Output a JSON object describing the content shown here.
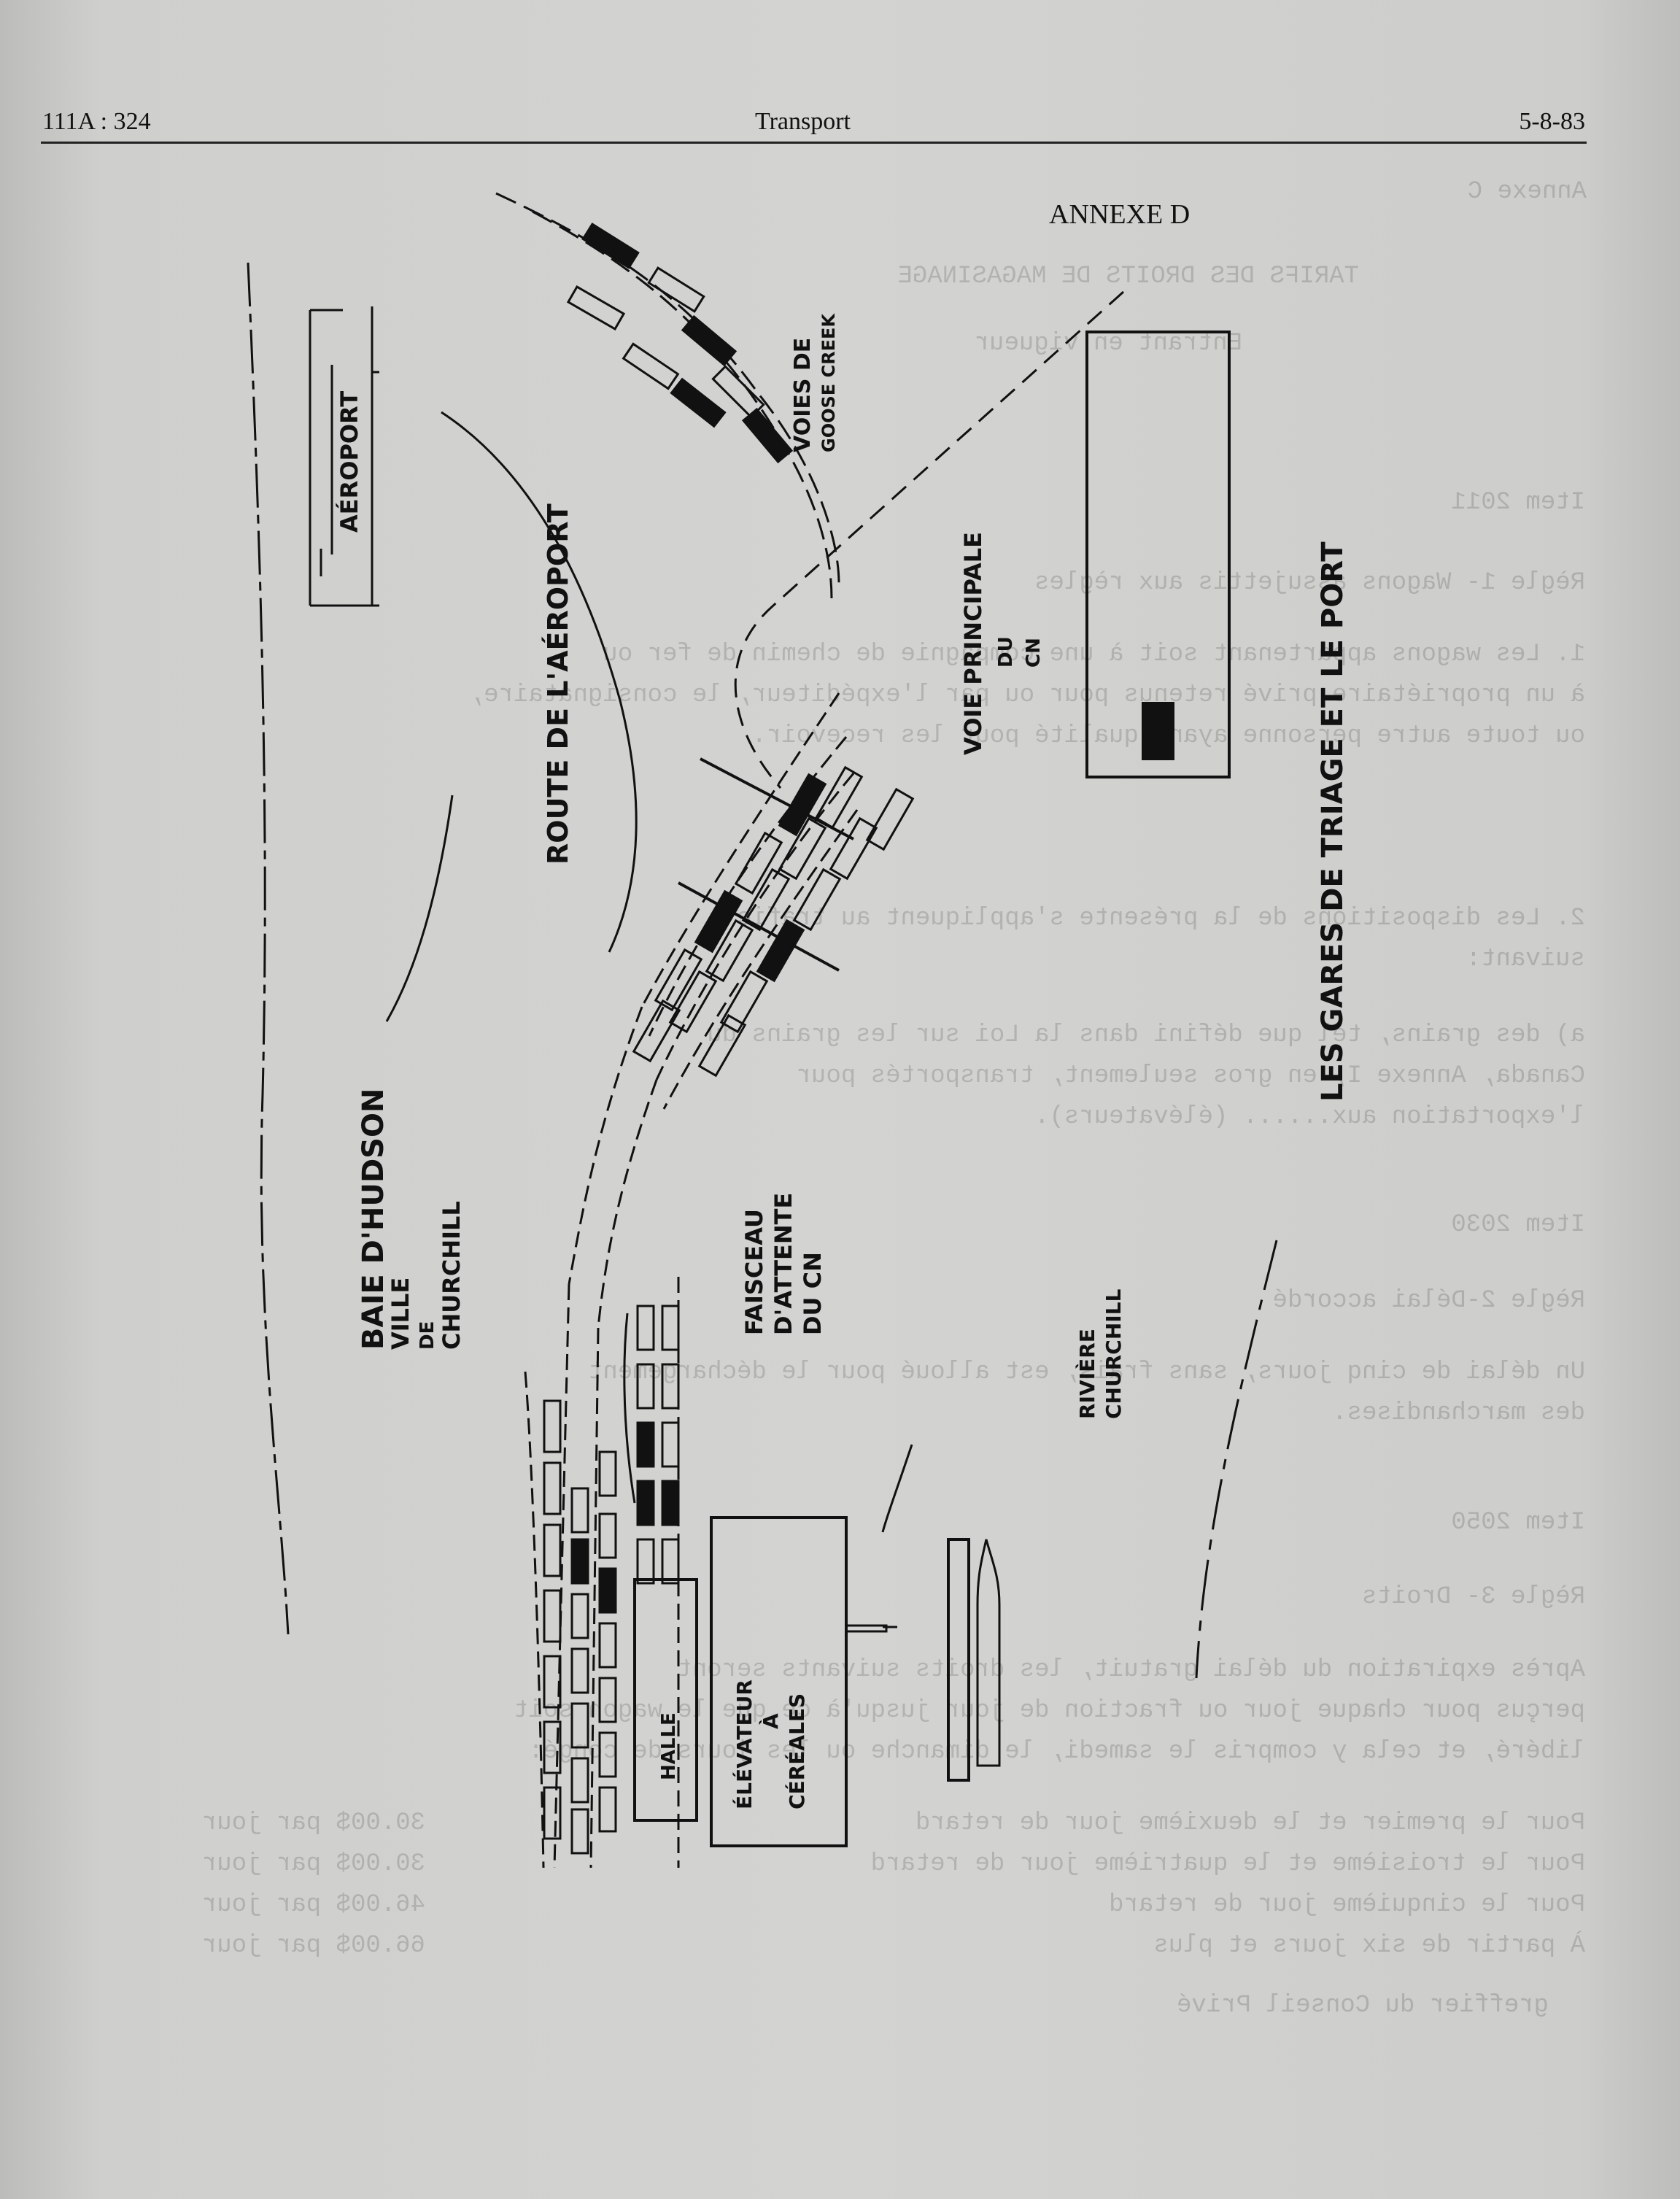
{
  "header": {
    "code": "111A : 324",
    "section": "Transport",
    "date": "5-8-83"
  },
  "title": "ANNEXE D",
  "map_labels": {
    "baie_hudson": "BAIE D'HUDSON",
    "ville": [
      "VILLE",
      "DE",
      "CHURCHILL"
    ],
    "aeroport": "AÉROPORT",
    "route": "ROUTE DE L'AÉROPORT",
    "voies": [
      "VOIES DE",
      "GOOSE CREEK"
    ],
    "voie_principale": [
      "VOIE PRINCIPALE",
      "DU",
      "CN"
    ],
    "gares": "LES GARES DE TRIAGE ET LE PORT",
    "faisceau": [
      "FAISCEAU",
      "D'ATTENTE",
      "DU CN"
    ],
    "riviere": [
      "RIVIÈRE",
      "CHURCHILL"
    ],
    "halle": "HALLE",
    "elevateur": [
      "ÉLÉVATEUR",
      "À",
      "CÉRÉALES"
    ]
  },
  "ghost_text": [
    "Annexe C",
    "TARIFS DES DROITS DE MAGASINAGE",
    "Entrant en vigueur",
    "Item 2011",
    "Règle 1- Wagons assujettis aux règles",
    "1. Les wagons appartenant soit à une compagnie de chemin de fer ou",
    "à un propriétaire privé retenus pour ou par l'expéditeur, le consignataire,",
    "ou toute autre personne ayant qualité pour les recevoir.",
    "2. Les dispositions de la présente s'appliquent au trafic",
    "suivant:",
    "a) des grains, tel que défini dans la Loi sur les grains du",
    "Canada, Annexe I, en gros seulement, transportés pour",
    "l'exportation aux...... (élévateurs).",
    "Item 2030",
    "Règle 2-Délai accordé",
    "Un délai de cinq jours, sans frais, est alloué pour le déchargement",
    "des marchandises.",
    "Item 2050",
    "Règle 3- Droits",
    "Après expiration du délai gratuit, les droits suivants seront",
    "perçus pour chaque jour ou fraction de jour jusqu'à ce que le wagon soit",
    "libéré, et cela y compris le samedi, le dimanche ou les jours de congé:",
    "Pour le premier et le deuxième jour de retard",
    "Pour le troisième et le quatrième jour de retard",
    "Pour le cinquième jour de retard",
    "À partir de six jours et plus",
    "30.00$ par jour",
    "30.00$ par jour",
    "46.00$ par jour",
    "66.00$ par jour",
    "greffier du Conseil Privé"
  ]
}
